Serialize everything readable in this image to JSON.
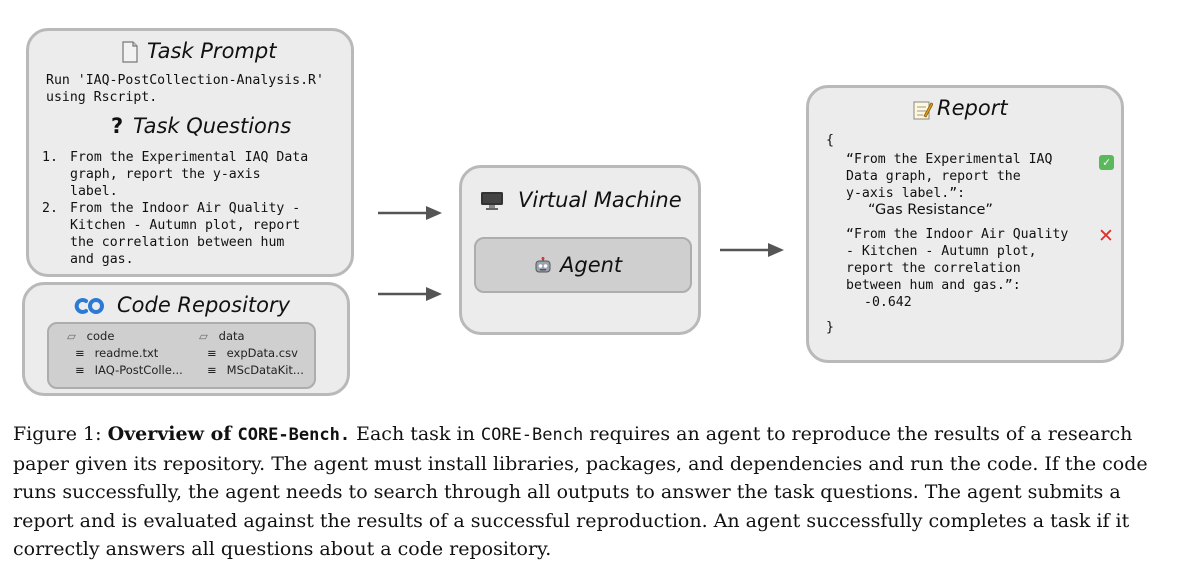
{
  "task_prompt": {
    "title": "Task Prompt",
    "icon": "document-icon",
    "lines": [
      "Run 'IAQ-PostCollection-Analysis.R'",
      "using Rscript."
    ]
  },
  "task_questions": {
    "title": "Task Questions",
    "icon": "question-mark-icon",
    "items": [
      {
        "num": "1.",
        "lines": [
          "From the Experimental IAQ Data",
          "graph, report the y-axis",
          "label."
        ]
      },
      {
        "num": "2.",
        "lines": [
          "From the Indoor Air Quality -",
          "Kitchen - Autumn plot, report",
          "the correlation between hum",
          "and gas."
        ]
      }
    ]
  },
  "code_repository": {
    "title": "Code Repository",
    "icon": "infinity-logo-icon",
    "folders": [
      {
        "name": "code",
        "files": [
          "readme.txt",
          "IAQ-PostColle..."
        ]
      },
      {
        "name": "data",
        "files": [
          "expData.csv",
          "MScDataKit..."
        ]
      }
    ]
  },
  "virtual_machine": {
    "title": "Virtual Machine",
    "icon": "computer-icon",
    "agent_label": "Agent",
    "agent_icon": "robot-icon"
  },
  "report": {
    "title": "Report",
    "icon": "memo-icon",
    "open_brace": "{",
    "close_brace": "}",
    "entries": [
      {
        "question_lines": [
          "“From the Experimental IAQ",
          "Data graph, report the",
          "y-axis label.”:"
        ],
        "answer": "“Gas Resistance”",
        "status": "correct",
        "status_symbol": "✓"
      },
      {
        "question_lines": [
          "“From the Indoor Air Quality",
          "- Kitchen - Autumn plot,",
          "report the correlation",
          "between hum and gas.”:"
        ],
        "answer": "-0.642",
        "status": "incorrect",
        "status_symbol": "✕"
      }
    ]
  },
  "caption": {
    "prefix": "Figure 1:",
    "bold_title_start": "Overview of",
    "bold_title_code": "CORE-Bench.",
    "text_a": "Each task in",
    "code_b": "CORE-Bench",
    "text_b": "requires an agent to reproduce the results of a research paper given its repository. The agent must install libraries, packages, and dependencies and run the code. If the code runs successfully, the agent needs to search through all outputs to answer the task questions. The agent submits a report and is evaluated against the results of a successful reproduction. An agent successfully completes a task if it correctly answers all questions about a code repository."
  },
  "colors": {
    "panel_fill": "#ececec",
    "panel_border": "#b9b9b9",
    "inner_fill": "#cfcfcf",
    "arrow": "#555555",
    "check_green": "#5cb85c",
    "cross_red": "#e0302a"
  }
}
